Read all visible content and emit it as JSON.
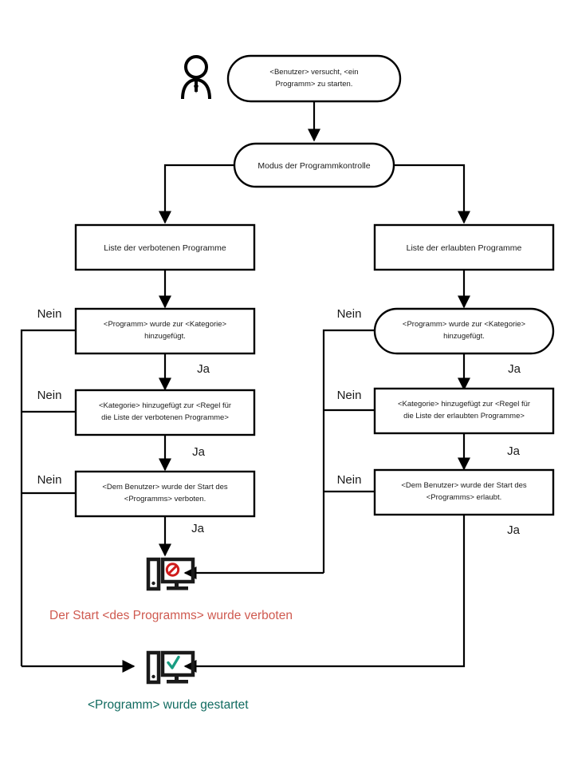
{
  "diagram": {
    "title_nodes": {
      "start": "<Benutzer> versucht, <ein Programm>  zu starten.",
      "start_l1": "<Benutzer> versucht, <ein",
      "start_l2": "Programm>  zu starten.",
      "mode": "Modus der Programmkontrolle"
    },
    "left_branch": {
      "list": "Liste der verbotenen Programme",
      "cat_l1": "<Programm>  wurde zur <Kategorie>",
      "cat_l2": "hinzugefügt.",
      "rule_l1": "<Kategorie> hinzugefügt zur <Regel für",
      "rule_l2": "die Liste der verbotenen Programme>",
      "user_l1": "<Dem Benutzer> wurde der Start des",
      "user_l2": "<Programms>  verboten."
    },
    "right_branch": {
      "list": "Liste der erlaubten Programme",
      "cat_l1": "<Programm>  wurde zur <Kategorie>",
      "cat_l2": "hinzugefügt.",
      "rule_l1": "<Kategorie> hinzugefügt zur <Regel für",
      "rule_l2": "die Liste der erlaubten Programme>",
      "user_l1": "<Dem Benutzer> wurde der Start des",
      "user_l2": "<Programms>  erlaubt."
    },
    "edge_labels": {
      "no": "Nein",
      "yes": "Ja"
    },
    "outcomes": {
      "blocked": "Der Start <des Programms> wurde verboten",
      "started": "<Programm> wurde gestartet"
    },
    "icons": {
      "user": "person-icon",
      "blocked_pc": "computer-blocked-icon",
      "allowed_pc": "computer-allowed-icon"
    },
    "colors": {
      "blocked_text": "#cf5a50",
      "blocked_sign": "#d01c1c",
      "allowed_check": "#199d82",
      "stroke": "#000000",
      "node_fill": "#ffffff"
    }
  }
}
